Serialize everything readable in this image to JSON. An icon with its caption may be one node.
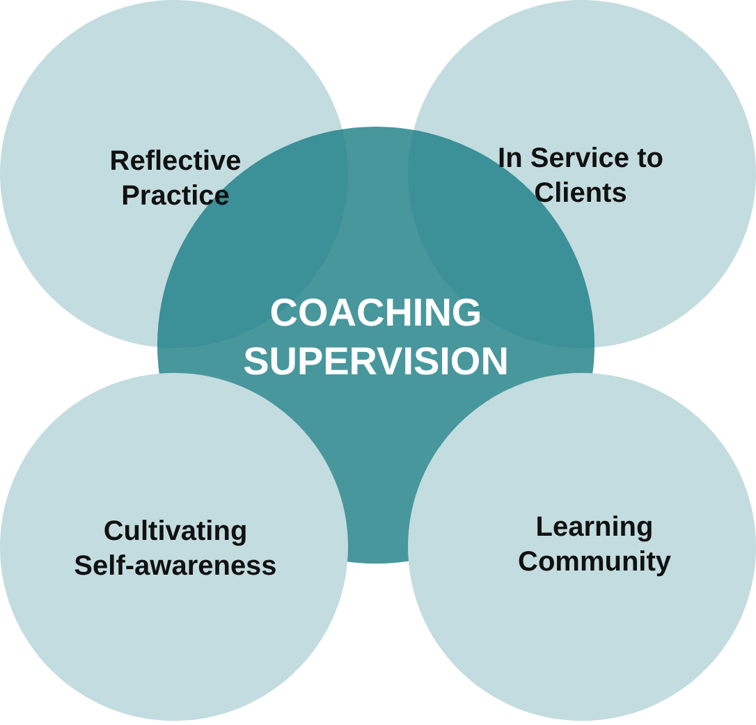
{
  "diagram": {
    "nodes": [
      {
        "text": [
          "Reflective Practice"
        ]
      },
      {
        "text": [
          "In Service to Clients"
        ]
      },
      {
        "text": [
          "COACHING SUPERVISION"
        ]
      },
      {
        "text": [
          "Cultivating Self-awareness"
        ]
      },
      {
        "text": [
          "Learning Community"
        ]
      }
    ]
  }
}
